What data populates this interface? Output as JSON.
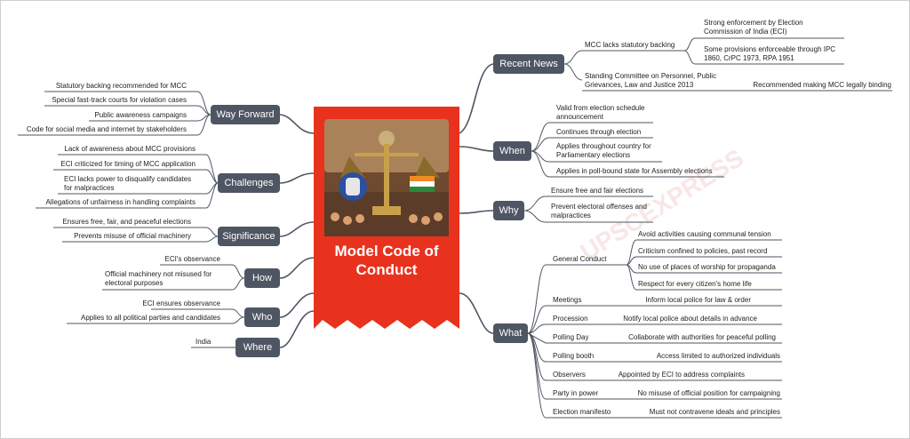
{
  "center_title": "Model Code of Conduct",
  "watermark": "UPSCEXPRESS",
  "colors": {
    "center": "#e8321e",
    "node": "#4f5663",
    "line": "#4f5663"
  },
  "branches": {
    "recent_news": {
      "label": "Recent News",
      "items": [
        {
          "label": "MCC lacks statutory backing",
          "children": [
            "Strong enforcement by Election Commission of India (ECI)",
            "Some provisions enforceable through IPC 1860, CrPC 1973, RPA 1951"
          ]
        },
        {
          "label": "Standing Committee on Personnel, Public Grievances, Law and Justice 2013",
          "children": [
            "Recommended making MCC legally binding"
          ]
        }
      ]
    },
    "when": {
      "label": "When",
      "items": [
        "Valid from election schedule announcement",
        "Continues through election",
        "Applies throughout country for Parliamentary elections",
        "Applies in poll-bound state for Assembly elections"
      ]
    },
    "why": {
      "label": "Why",
      "items": [
        "Ensure free and fair elections",
        "Prevent electoral offenses and malpractices"
      ]
    },
    "what": {
      "label": "What",
      "general_conduct": {
        "label": "General Conduct",
        "children": [
          "Avoid activities causing communal tension",
          "Criticism confined to policies, past record",
          "No use of places of worship for propaganda",
          "Respect for every citizen's home life"
        ]
      },
      "items": [
        {
          "label": "Meetings",
          "detail": "Inform local police for law & order"
        },
        {
          "label": "Procession",
          "detail": "Notify local police about details in advance"
        },
        {
          "label": "Polling Day",
          "detail": "Collaborate with authorities for peaceful polling"
        },
        {
          "label": "Polling booth",
          "detail": "Access limited to authorized individuals"
        },
        {
          "label": "Observers",
          "detail": "Appointed by ECI to address complaints"
        },
        {
          "label": "Party in power",
          "detail": "No misuse of official position for campaigning"
        },
        {
          "label": "Election manifesto",
          "detail": "Must not contravene ideals and principles"
        }
      ]
    },
    "way_forward": {
      "label": "Way Forward",
      "items": [
        "Statutory backing recommended for MCC",
        "Special fast-track courts for violation cases",
        "Public awareness campaigns",
        "Code for social media and internet by stakeholders"
      ]
    },
    "challenges": {
      "label": "Challenges",
      "items": [
        "Lack of awareness about MCC provisions",
        "ECI criticized for timing of MCC application",
        "ECI lacks power to disqualify candidates for malpractices",
        "Allegations of unfairness in handling complaints"
      ]
    },
    "significance": {
      "label": "Significance",
      "items": [
        "Ensures free, fair, and peaceful elections",
        "Prevents misuse of official machinery"
      ]
    },
    "how": {
      "label": "How",
      "items": [
        "ECI's observance",
        "Official machinery not misused for electoral purposes"
      ]
    },
    "who": {
      "label": "Who",
      "items": [
        "ECI ensures observance",
        "Applies to all political parties and candidates"
      ]
    },
    "where": {
      "label": "Where",
      "items": [
        "India"
      ]
    }
  }
}
